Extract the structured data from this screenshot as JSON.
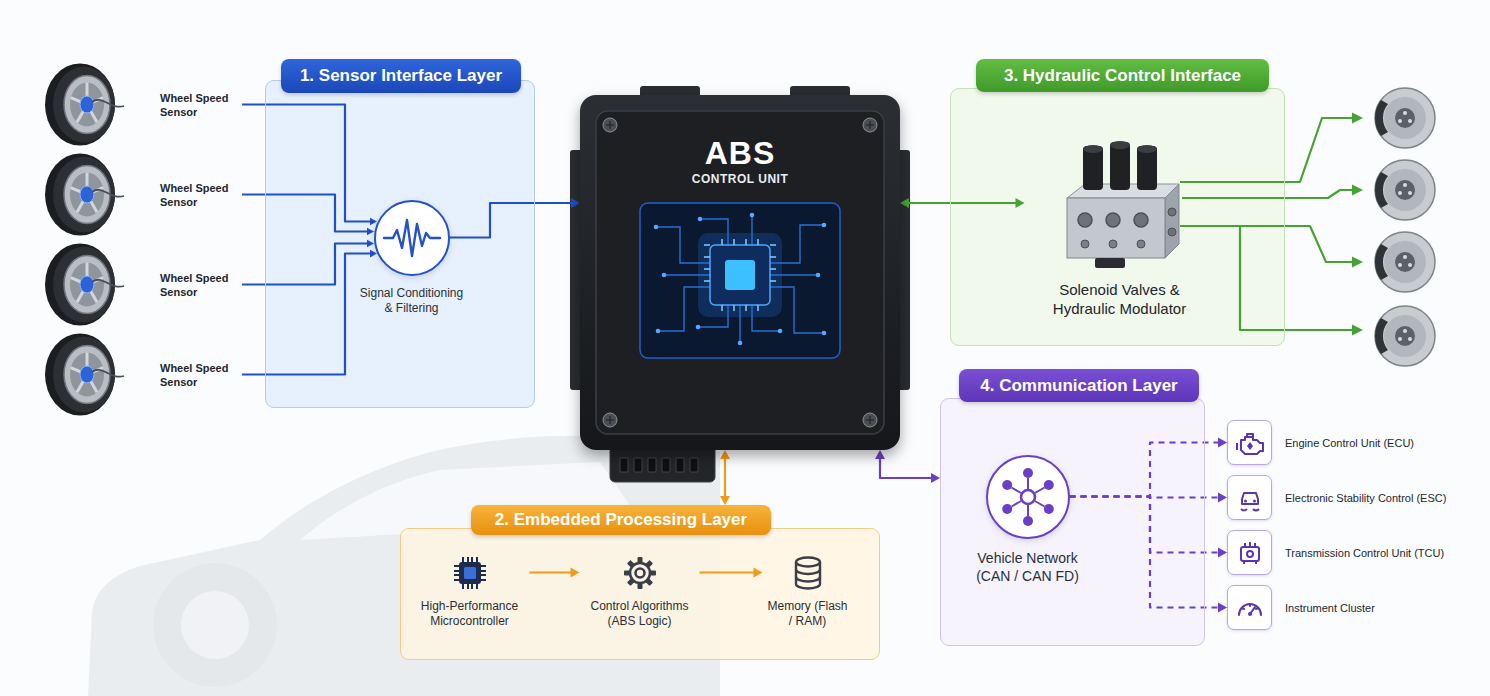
{
  "diagram": {
    "nodes": [
      {
        "text": [
          "1. Sensor Interface Layer"
        ]
      },
      {
        "text": [
          "Wheel Speed Sensor"
        ]
      },
      {
        "text": [
          "Wheel Speed Sensor"
        ]
      },
      {
        "text": [
          "Wheel Speed Sensor"
        ]
      },
      {
        "text": [
          "Wheel Speed Sensor"
        ]
      },
      {
        "text": [
          "Signal Conditioning & Filtering"
        ],
        "in": 0
      },
      {
        "text": [
          "ABS",
          "CONTROL UNIT"
        ]
      },
      {
        "text": [
          "2. Embedded Processing Layer"
        ]
      },
      {
        "text": [
          "High-Performance Microcontroller"
        ],
        "in": 7
      },
      {
        "text": [
          "Control Algorithms (ABS Logic)"
        ],
        "in": 7
      },
      {
        "text": [
          "Memory (Flash / RAM)"
        ],
        "in": 7
      },
      {
        "text": [
          "3. Hydraulic Control Interface"
        ]
      },
      {
        "text": [
          "Solenoid Valves & Hydraulic Modulator"
        ],
        "in": 11
      },
      {
        "text": [
          "4. Communication Layer"
        ]
      },
      {
        "text": [
          "Vehicle Network (CAN / CAN FD)"
        ],
        "in": 13
      },
      {
        "text": [
          "Engine Control Unit (ECU)"
        ]
      },
      {
        "text": [
          "Electronic Stability Control (ESC)"
        ]
      },
      {
        "text": [
          "Transmission Control Unit (TCU)"
        ]
      },
      {
        "text": [
          "Instrument Cluster"
        ]
      }
    ],
    "edges": [
      {
        "from": 1,
        "to": 5,
        "arrow": "to"
      },
      {
        "from": 2,
        "to": 5,
        "arrow": "to"
      },
      {
        "from": 3,
        "to": 5,
        "arrow": "to"
      },
      {
        "from": 4,
        "to": 5,
        "arrow": "to"
      },
      {
        "from": 5,
        "to": 6,
        "arrow": "to"
      },
      {
        "from": 6,
        "to": 7,
        "arrow": "both"
      },
      {
        "from": 8,
        "to": 9,
        "arrow": "to"
      },
      {
        "from": 9,
        "to": 10,
        "arrow": "to"
      },
      {
        "from": 6,
        "to": 12,
        "arrow": "both"
      },
      {
        "from": 6,
        "to": 13,
        "arrow": "both"
      },
      {
        "from": 14,
        "to": 15,
        "arrow": "to"
      },
      {
        "from": 14,
        "to": 16,
        "arrow": "to"
      },
      {
        "from": 14,
        "to": 17,
        "arrow": "to"
      },
      {
        "from": 14,
        "to": 18,
        "arrow": "to"
      }
    ]
  }
}
